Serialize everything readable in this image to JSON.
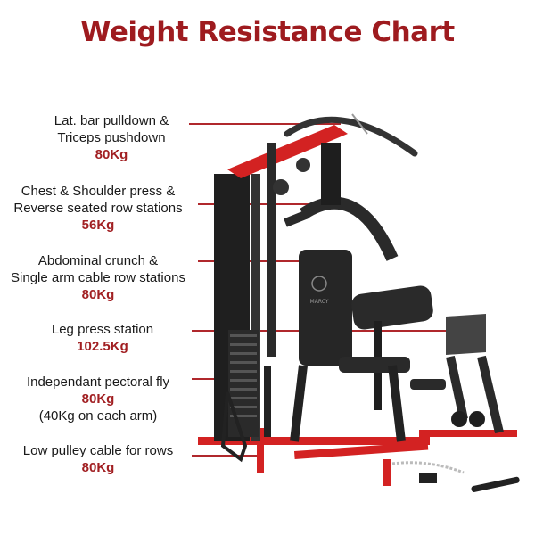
{
  "title": "Weight Resistance Chart",
  "colors": {
    "accent": "#b0282c",
    "frame_red": "#d32222",
    "frame_dark": "#222222"
  },
  "stations": [
    {
      "line1": "Lat. bar pulldown &",
      "line2": "Triceps pushdown",
      "value": "80Kg"
    },
    {
      "line1": "Chest & Shoulder press &",
      "line2": "Reverse seated row stations",
      "value": "56Kg"
    },
    {
      "line1": "Abdominal crunch &",
      "line2": "Single arm cable row stations",
      "value": "80Kg"
    },
    {
      "line1": "Leg press station",
      "value": "102.5Kg"
    },
    {
      "line1": "Independant pectoral fly",
      "value": "80Kg",
      "note": "(40Kg on each arm)"
    },
    {
      "line1": "Low pulley cable for rows",
      "value": "80Kg"
    }
  ],
  "brand": {
    "name": "MARCY"
  }
}
